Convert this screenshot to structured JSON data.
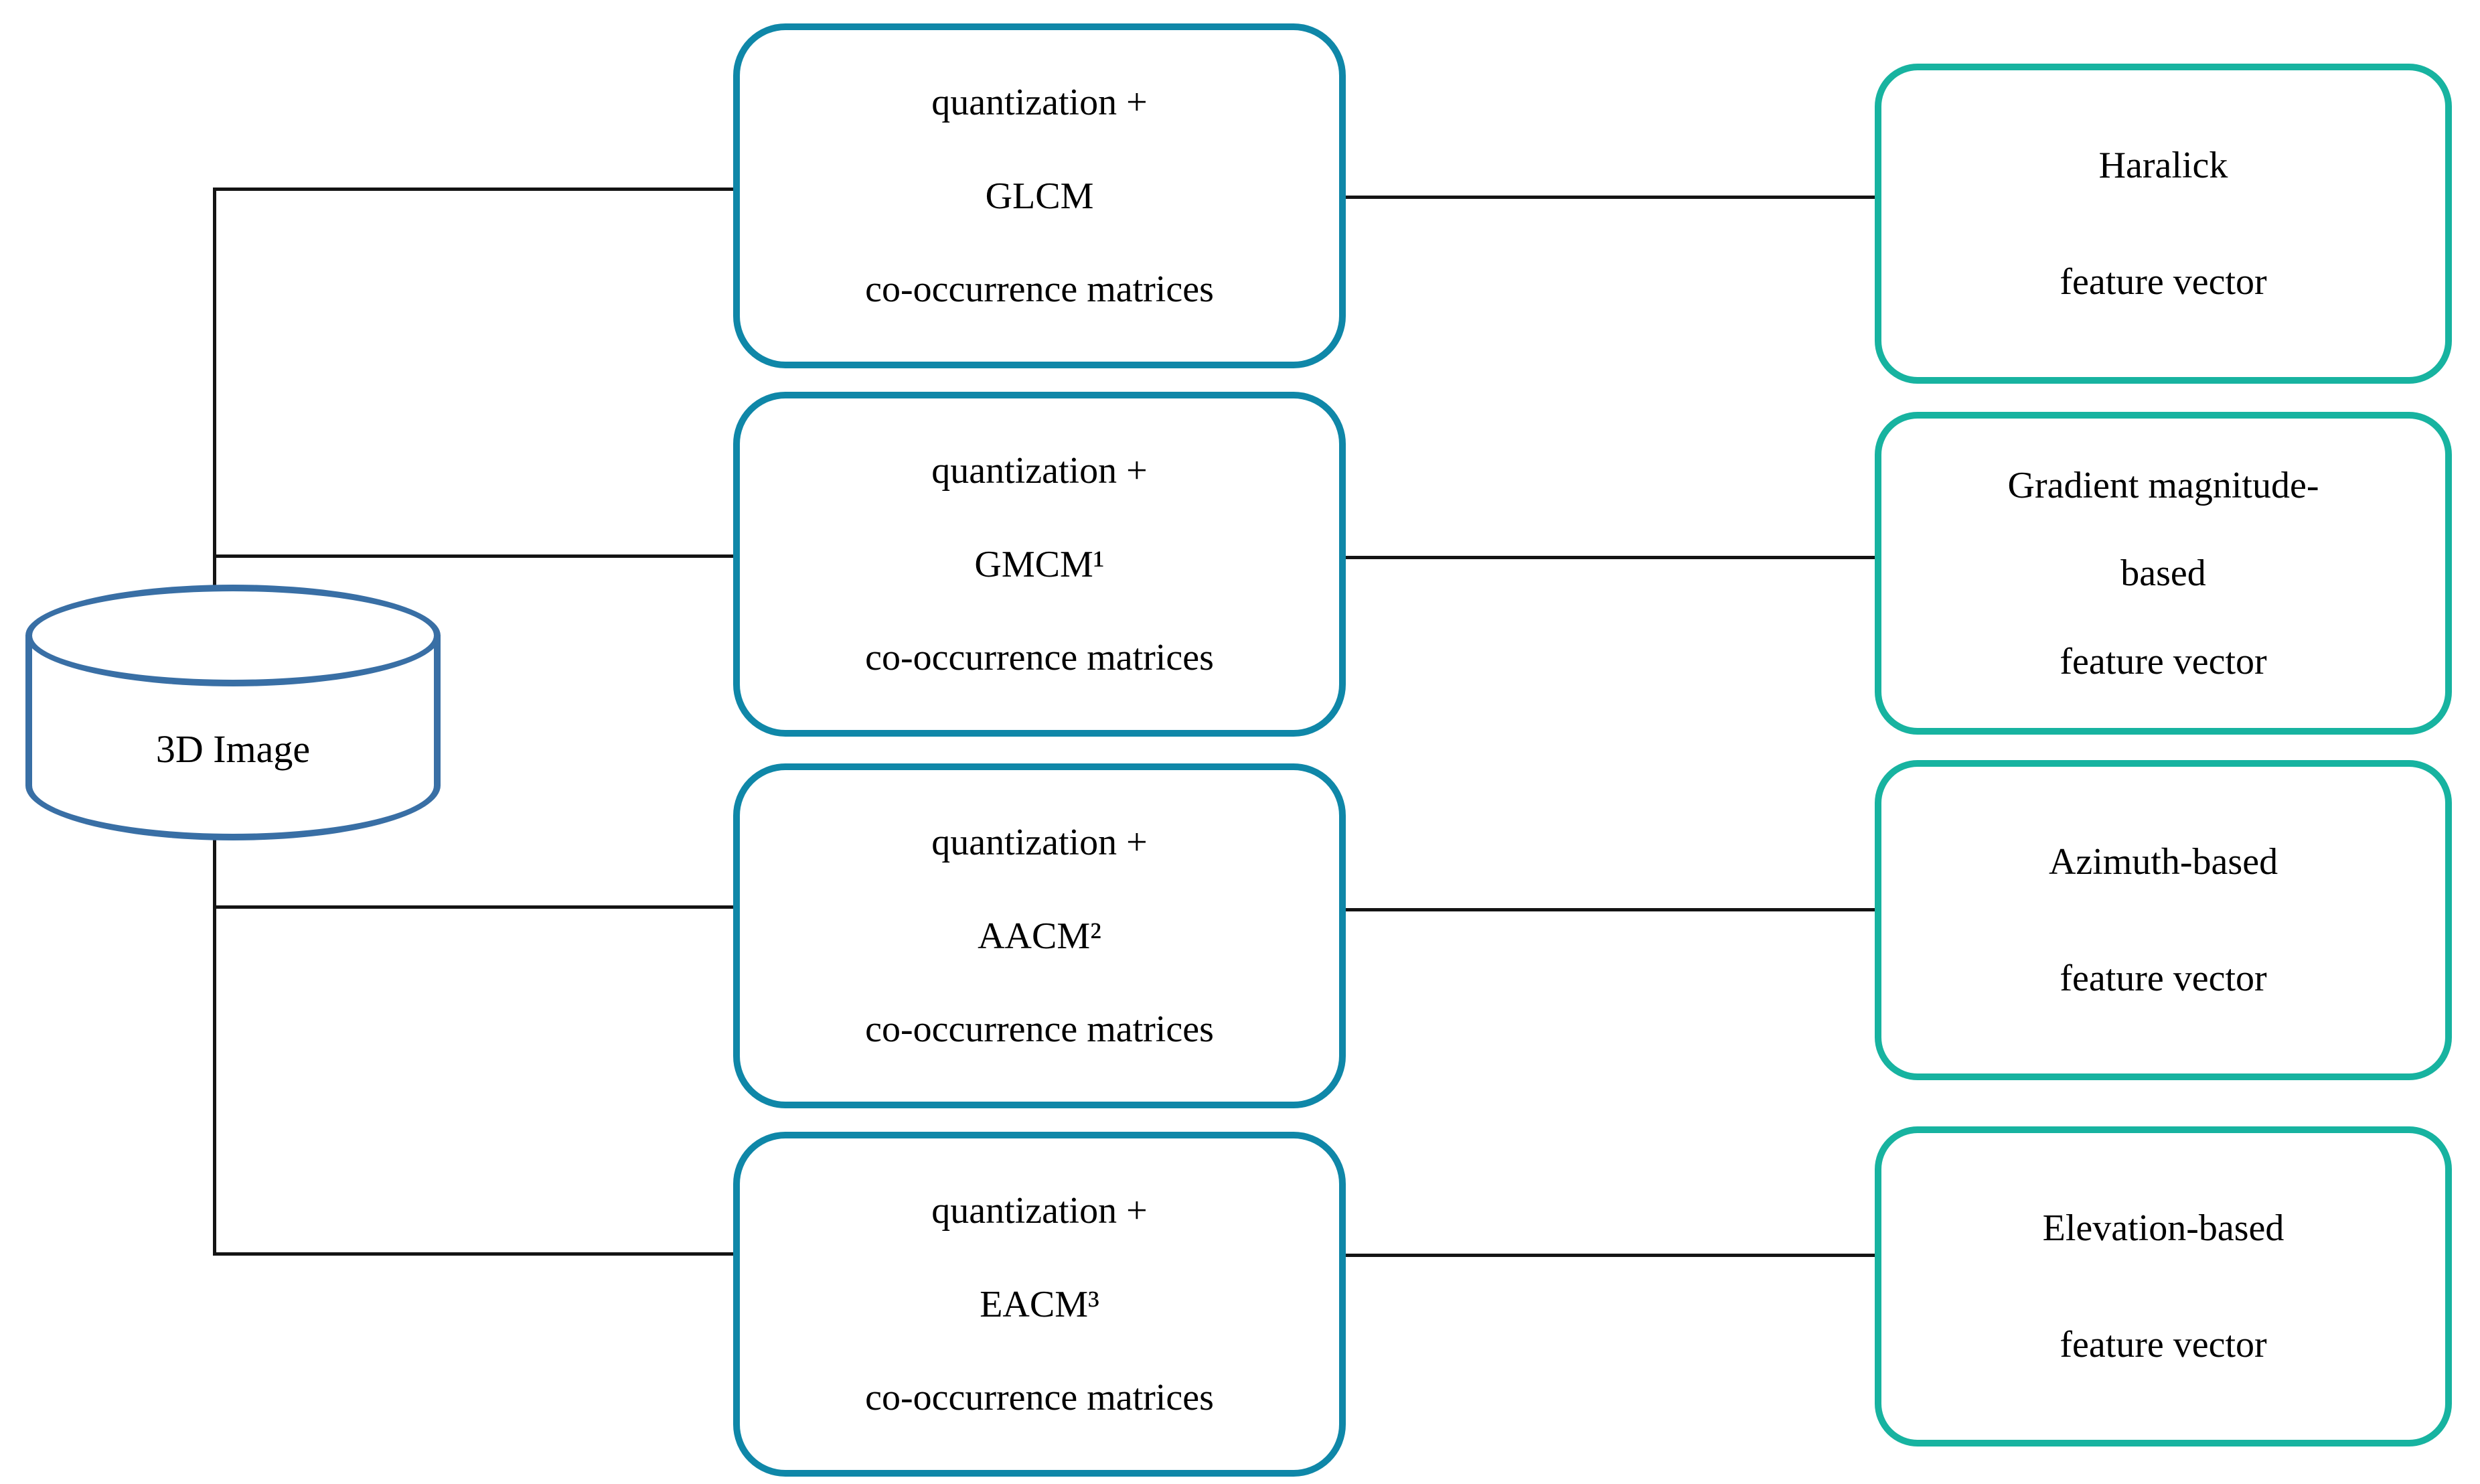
{
  "diagram": {
    "source": {
      "label": "3D Image"
    },
    "middle_boxes": [
      {
        "line1": "quantization +",
        "acronym": "GLCM",
        "line3": "co-occurrence matrices"
      },
      {
        "line1": "quantization +",
        "acronym": "GMCM¹",
        "line3": "co-occurrence matrices"
      },
      {
        "line1": "quantization +",
        "acronym": "AACM²",
        "line3": "co-occurrence matrices"
      },
      {
        "line1": "quantization +",
        "acronym": "EACM³",
        "line3": "co-occurrence matrices"
      }
    ],
    "output_boxes": [
      {
        "lines": [
          "Haralick",
          "feature vector"
        ]
      },
      {
        "lines": [
          "Gradient magnitude-",
          "based",
          "feature vector"
        ]
      },
      {
        "lines": [
          "Azimuth-based",
          "feature vector"
        ]
      },
      {
        "lines": [
          "Elevation-based",
          "feature vector"
        ]
      }
    ],
    "colors": {
      "middle_border": "#0f87a8",
      "output_border": "#17b3a0",
      "cylinder_border": "#396fa5",
      "line": "#141414"
    }
  }
}
